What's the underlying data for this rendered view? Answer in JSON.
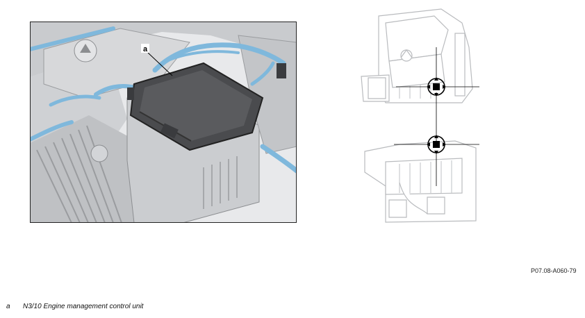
{
  "figure": {
    "callout_letter": "a",
    "figure_id": "P07.08-A060-79"
  },
  "legend": [
    {
      "key": "a",
      "text": "N3/10 Engine management control unit"
    }
  ],
  "colors": {
    "engine_gray": "#d7d8da",
    "engine_dark": "#8c8e91",
    "cable_blue": "#7fb8dc",
    "control_unit": "#4a4b4e",
    "frame": "#222222",
    "locator_gray": "#b9bbbe"
  }
}
